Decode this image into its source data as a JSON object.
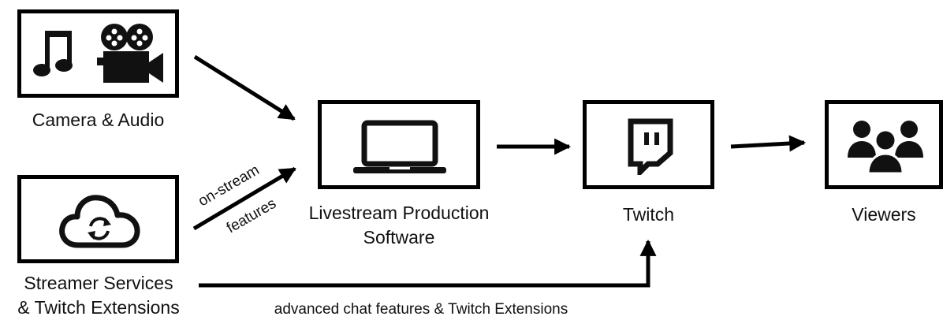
{
  "nodes": {
    "camera_audio": {
      "label": "Camera & Audio"
    },
    "streamer_services": {
      "label_line1": "Streamer Services",
      "label_line2": "& Twitch Extensions"
    },
    "production_software": {
      "label_line1": "Livestream Production",
      "label_line2": "Software"
    },
    "twitch": {
      "label": "Twitch"
    },
    "viewers": {
      "label": "Viewers"
    }
  },
  "edges": {
    "services_to_software_line1": "on-stream",
    "services_to_software_line2": "features",
    "services_to_twitch": "advanced chat features & Twitch Extensions"
  },
  "icons": [
    "music-note-icon",
    "film-camera-icon",
    "cloud-sync-icon",
    "laptop-icon",
    "twitch-logo-icon",
    "users-group-icon"
  ]
}
